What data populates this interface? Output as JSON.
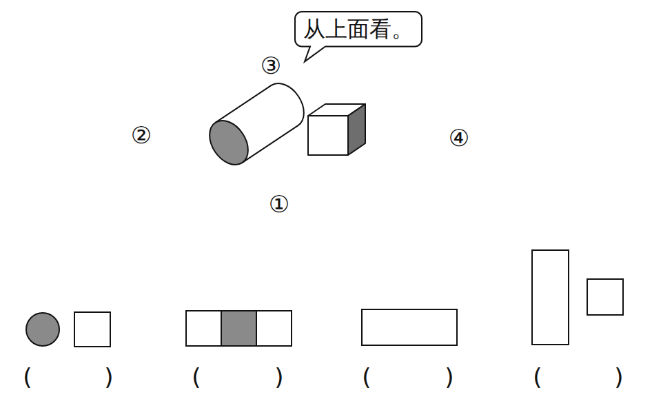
{
  "diagram": {
    "nodes": [
      {
        "text": [
          "从上面看。"
        ]
      }
    ],
    "labels": [
      "③",
      "②",
      "④",
      "①",
      "(",
      ")",
      "(",
      ")",
      "(",
      ")",
      "(",
      ")"
    ]
  }
}
